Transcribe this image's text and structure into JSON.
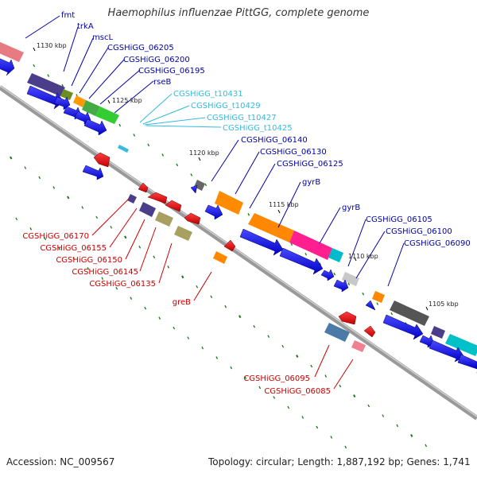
{
  "title": "Haemophilus influenzae PittGG, complete genome",
  "footer": {
    "accession": "Accession: NC_009567",
    "summary": "Topology: circular; Length: 1,887,192 bp; Genes: 1,741"
  },
  "scale_labels": [
    "1130 kbp",
    "1125 kbp",
    "1120 kbp",
    "1115 kbp",
    "1110 kbp",
    "1105 kbp"
  ],
  "gene_labels": {
    "blue": [
      "fmt",
      "trkA",
      "mscL",
      "CGSHiGG_06205",
      "CGSHiGG_06200",
      "CGSHiGG_06195",
      "rseB",
      "CGSHiGG_06140",
      "CGSHiGG_06130",
      "CGSHiGG_06125",
      "gyrB",
      "gyrB",
      "CGSHiGG_06105",
      "CGSHiGG_06100",
      "CGSHiGG_06090"
    ],
    "cyan": [
      "CGSHiGG_t10431",
      "CGSHiGG_t10429",
      "CGSHiGG_t10427",
      "CGSHiGG_t10425"
    ],
    "red": [
      "CGSHiGG_06170",
      "CGSHiGG_06155",
      "CGSHiGG_06150",
      "CGSHiGG_06145",
      "CGSHiGG_06135",
      "greB",
      "CGSHiGG_06095",
      "CGSHiGG_06085"
    ]
  },
  "colors": {
    "backbone": "#8c8c8c",
    "blue_label": "#0000aa",
    "cyan_label": "#33bbdd",
    "red_label": "#cc0000",
    "cds_forward": "#1a1adc",
    "cds_reverse": "#e00000",
    "gc_dots": "#1a7a1a"
  }
}
